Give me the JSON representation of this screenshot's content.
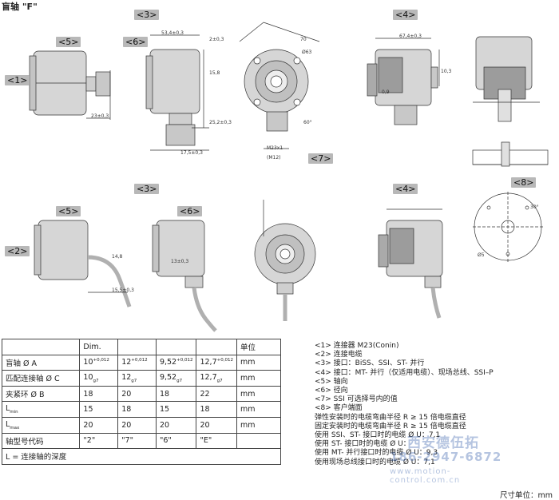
{
  "title": "盲轴 \"F\"",
  "view_labels": {
    "l5a": "<5>",
    "l3a": "<3>",
    "l6a": "<6>",
    "l4a": "<4>",
    "l1": "<1>",
    "l7": "<7>",
    "l3b": "<3>",
    "l5b": "<5>",
    "l6b": "<6>",
    "l4b": "<4>",
    "l8": "<8>",
    "l2": "<2>"
  },
  "dimensions": {
    "d534": "53,4±0,3",
    "d2": "2±0,3",
    "d158": "15,8",
    "d252": "25,2±0,3",
    "d175": "17,5±0,3",
    "d70": "70",
    "d61": "Ø63",
    "d23": "23±0,3",
    "d674": "67,4±0,3",
    "d103": "10,3",
    "d09": "0,9",
    "m23": "M23x1",
    "m12": "(M12)",
    "d60": "60°",
    "d148": "14,8",
    "d155": "15,5±0,3",
    "d13": "13±0,3",
    "d5": "Ø5",
    "d30": "30°"
  },
  "table": {
    "header": [
      "",
      "Dim.",
      "",
      "",
      "",
      "单位"
    ],
    "rows": [
      {
        "label": "盲轴 Ø A",
        "v1": "10",
        "s1": "+0,012",
        "v2": "12",
        "s2": "+0,012",
        "v3": "9,52",
        "s3": "+0,012",
        "v4": "12,7",
        "s4": "+0,012",
        "unit": "mm"
      },
      {
        "label": "匹配连接轴 Ø C",
        "v1": "10",
        "s1": "g7",
        "v2": "12",
        "s2": "g7",
        "v3": "9,52",
        "s3": "g7",
        "v4": "12,7",
        "s4": "g7",
        "unit": "mm"
      },
      {
        "label": "夹紧环 Ø B",
        "v1": "18",
        "v2": "20",
        "v3": "18",
        "v4": "22",
        "unit": "mm"
      },
      {
        "label": "L",
        "sub": "min",
        "v1": "15",
        "v2": "18",
        "v3": "15",
        "v4": "18",
        "unit": "mm"
      },
      {
        "label": "L",
        "sub": "max",
        "v1": "20",
        "v2": "20",
        "v3": "20",
        "v4": "20",
        "unit": "mm"
      },
      {
        "label": "轴型号代码",
        "v1": "\"2\"",
        "v2": "\"7\"",
        "v3": "\"6\"",
        "v4": "\"E\"",
        "unit": ""
      }
    ],
    "footer": "L = 连接轴的深度"
  },
  "notes": [
    "<1> 连接器 M23(Conin)",
    "<2> 连接电缆",
    "<3> 接口：BiSS、SSI、ST- 并行",
    "<4> 接口：MT- 并行（仅适用电缆）、现场总线、SSI–P",
    "<5> 轴向",
    "<6> 径向",
    "<7> SSI 可选择号内的值",
    "<8> 客户端面",
    "弹性安装时的电缆弯曲半径 R ≥ 15 倍电缆直径",
    "固定安装时的电缆弯曲半径 R ≥ 15 倍电缆直径",
    "使用 SSI、ST- 接口时的电缆 Ø U：7,1",
    "使用 ST- 接口时的电缆 Ø U：",
    "使用 MT- 并行接口时的电缆 Ø U：9,3",
    "使用现场总线接口时的电缆 Ø U：7,1"
  ],
  "units": "尺寸单位：mm",
  "watermark": {
    "big": "西安德伍拓",
    "phone": "186-2947-6872",
    "url": "www.motion-control.com.cn"
  }
}
